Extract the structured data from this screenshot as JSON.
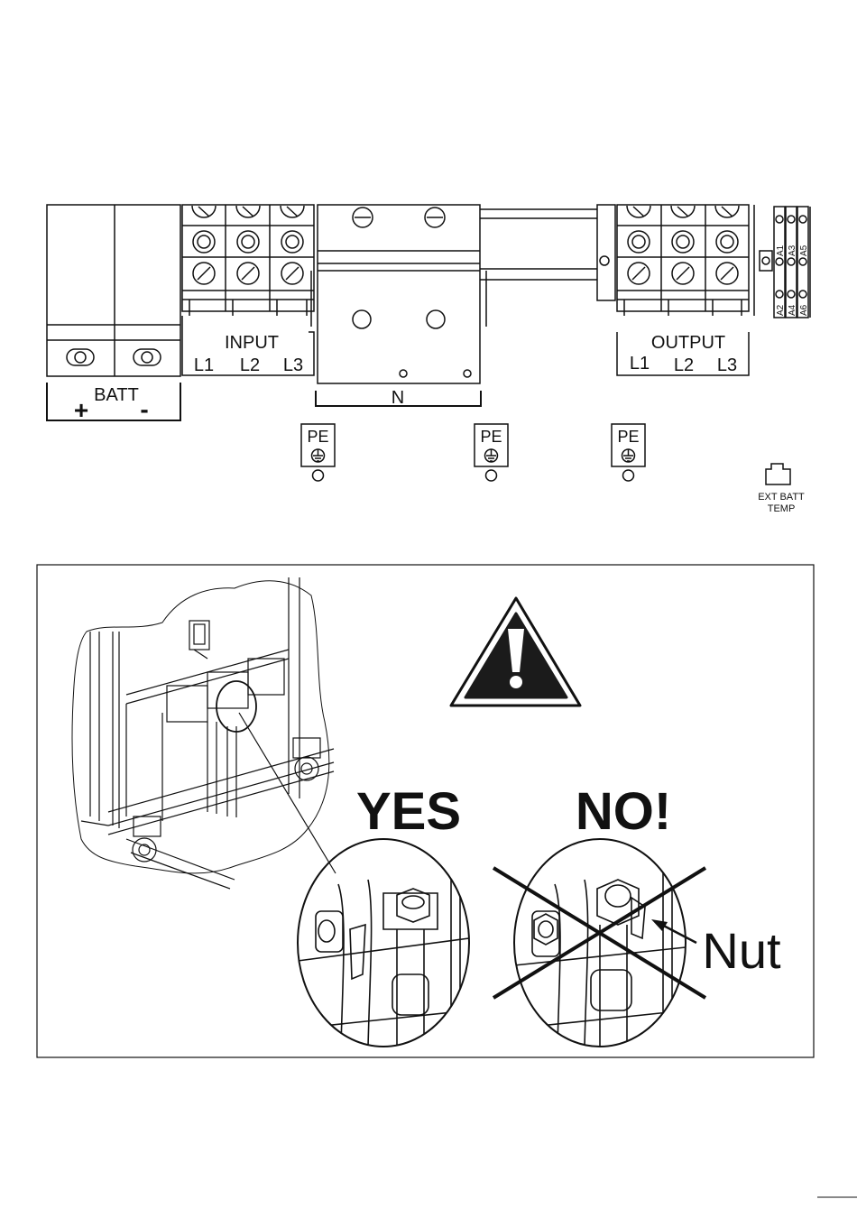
{
  "terminals": {
    "batt": {
      "label": "BATT",
      "plus": "+",
      "minus": "-"
    },
    "input": {
      "label": "INPUT",
      "phases": [
        "L1",
        "L2",
        "L3"
      ]
    },
    "neutral": {
      "label": "N"
    },
    "output": {
      "label": "OUTPUT",
      "phases": [
        "L1",
        "L2",
        "L3"
      ]
    },
    "pe": [
      "PE",
      "PE",
      "PE"
    ],
    "aux": {
      "top_labels": [
        "A1",
        "A3",
        "A5"
      ],
      "bottom_labels": [
        "A2",
        "A4",
        "A6"
      ]
    },
    "ext_batt_temp": {
      "line1": "EXT BATT",
      "line2": "TEMP"
    }
  },
  "warning": {
    "icon": "warning-triangle-icon",
    "yes_label": "YES",
    "no_label": "NO!",
    "nut_label": "Nut"
  }
}
